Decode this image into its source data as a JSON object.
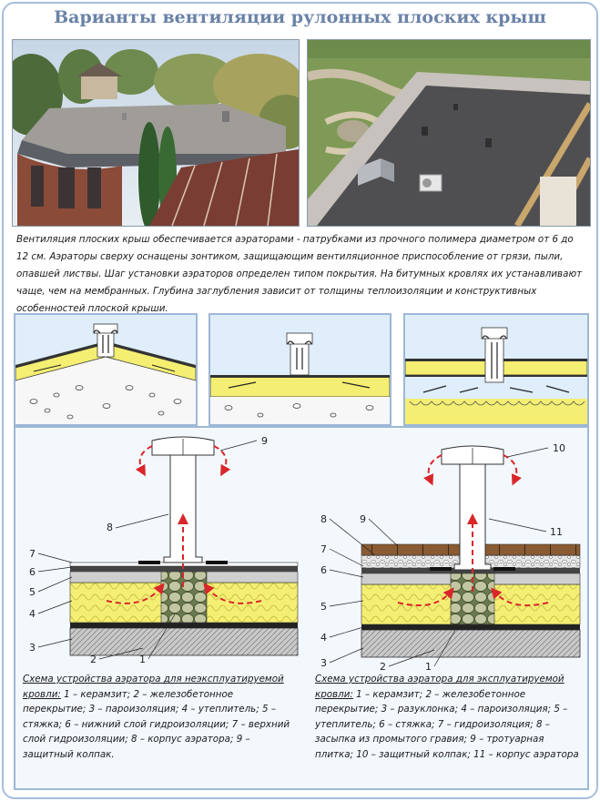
{
  "page": {
    "title": "Варианты вентиляции рулонных плоских крыш"
  },
  "intro": {
    "text": "Вентиляция плоских крыш обеспечивается аэраторами - патрубками из прочного полимера диаметром от 6 до 12 см. Аэраторы сверху оснащены зонтиком, защищающим вентиляционное приспособление от грязи, пыли, опавшей листвы. Шаг установки аэраторов определен типом покрытия. На битумных кровлях их устанавливают чаще, чем на мембранных. Глубина заглубления зависит от толщины теплоизоляции и конструктивных особенностей плоской крыши."
  },
  "schemes": {
    "left": {
      "labels": [
        "1",
        "2",
        "3",
        "4",
        "5",
        "6",
        "7",
        "8",
        "9"
      ],
      "caption_head": "Схема устройства аэратора для неэксплуатируемой кровли:",
      "caption_body": " 1 – керамзит; 2 – железобетонное перекрытие; 3 – пароизоляция; 4 – утеплитель; 5 – стяжка; 6 – нижний слой гидроизоляции; 7 – верхний слой гидроизоляции; 8 – корпус аэратора; 9 – защитный колпак."
    },
    "right": {
      "labels": [
        "1",
        "2",
        "3",
        "4",
        "5",
        "6",
        "7",
        "8",
        "9",
        "10",
        "11"
      ],
      "caption_head": "Схема устройства аэратора для эксплуатируемой кровли:",
      "caption_body": " 1 – керамзит; 2 – железобетонное перекрытие; 3 – разуклонка; 4 – пароизоляция; 5 – утеплитель; 6 – стяжка; 7 – гидроизоляция; 8 – засыпка из промытого гравия; 9 – тротуарная плитка; 10 – защитный колпак; 11 – корпус аэратора"
    }
  },
  "colors": {
    "title": "#6a82a8",
    "frame_border": "#a7bedd",
    "insulation": "#f4ee72",
    "arrow_red": "#d9262a",
    "diagram_bg": "#dfeefa"
  }
}
